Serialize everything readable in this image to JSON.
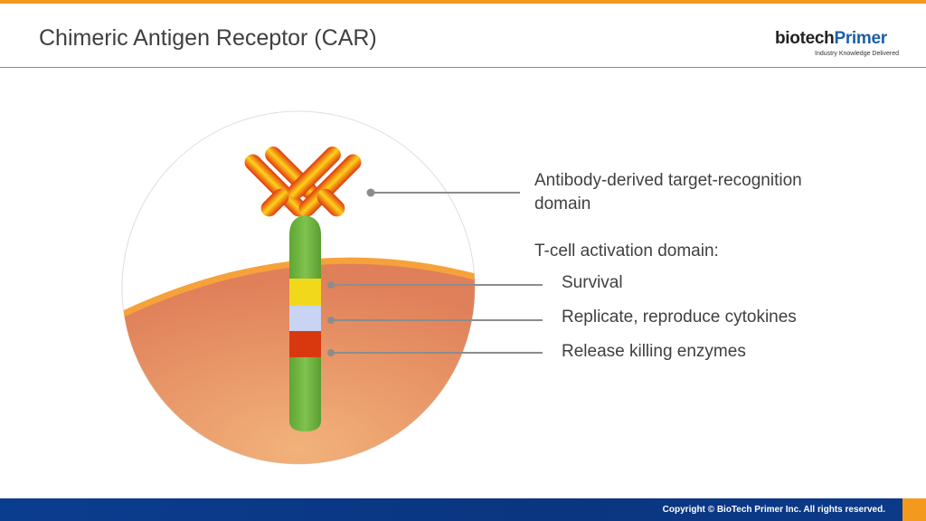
{
  "slide": {
    "title": "Chimeric Antigen Receptor (CAR)",
    "logo": {
      "brand_dark": "biotech",
      "brand_blue": "Primer",
      "tagline": "Industry Knowledge Delivered"
    },
    "footer": {
      "copyright": "Copyright © BioTech Primer Inc. All rights reserved."
    }
  },
  "diagram": {
    "labels": {
      "antibody_domain": "Antibody-derived target-recognition domain",
      "activation_heading": "T-cell activation domain:",
      "survival": "Survival",
      "replicate": "Replicate, reproduce cytokines",
      "release": "Release killing enzymes"
    },
    "colors": {
      "accent": "#f39a1e",
      "brand_blue": "#1d5fa8",
      "stem": "#6cb33f",
      "survival": "#f2d81b",
      "replicate": "#c9d3f2",
      "release": "#d9380f"
    }
  }
}
